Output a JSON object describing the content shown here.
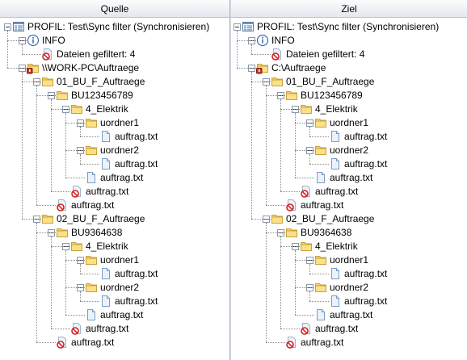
{
  "left_pane": {
    "header": "Quelle",
    "profile_label": "PROFIL: Test\\Sync filter   (Synchronisieren)",
    "info_label": "INFO",
    "filtered_label": "Dateien gefiltert: 4",
    "root_label": "\\\\WORK-PC\\Auftraege"
  },
  "right_pane": {
    "header": "Ziel",
    "profile_label": "PROFIL: Test\\Sync filter   (Synchronisieren)",
    "info_label": "INFO",
    "filtered_label": "Dateien gefiltert: 4",
    "root_label": "C:\\Auftraege"
  },
  "tree": [
    {
      "label": "01_BU_F_Auftraege",
      "type": "folder"
    },
    {
      "label": "BU123456789",
      "type": "folder"
    },
    {
      "label": "4_Elektrik",
      "type": "folder"
    },
    {
      "label": "uordner1",
      "type": "folder"
    },
    {
      "label": "auftrag.txt",
      "type": "file"
    },
    {
      "label": "uordner2",
      "type": "folder"
    },
    {
      "label": "auftrag.txt",
      "type": "file"
    },
    {
      "label": "auftrag.txt",
      "type": "file"
    },
    {
      "label": "auftrag.txt",
      "type": "filtered"
    },
    {
      "label": "auftrag.txt",
      "type": "filtered"
    },
    {
      "label": "02_BU_F_Auftraege",
      "type": "folder"
    },
    {
      "label": "BU9364638",
      "type": "folder"
    },
    {
      "label": "4_Elektrik",
      "type": "folder"
    },
    {
      "label": "uordner1",
      "type": "folder"
    },
    {
      "label": "auftrag.txt",
      "type": "file"
    },
    {
      "label": "uordner2",
      "type": "folder"
    },
    {
      "label": "auftrag.txt",
      "type": "file"
    },
    {
      "label": "auftrag.txt",
      "type": "file"
    },
    {
      "label": "auftrag.txt",
      "type": "filtered"
    },
    {
      "label": "auftrag.txt",
      "type": "filtered"
    }
  ]
}
